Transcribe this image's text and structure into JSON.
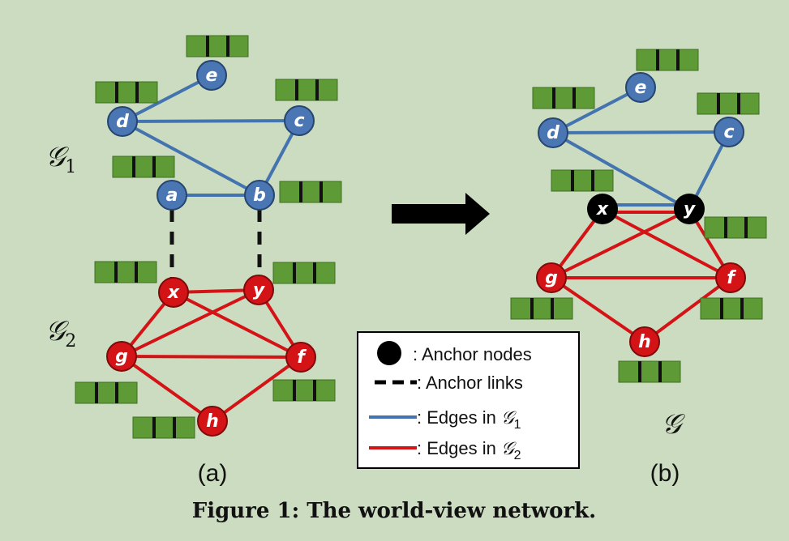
{
  "colors": {
    "background": "#ccdcc0",
    "g1_node": "#4a76b4",
    "g2_node": "#d41316",
    "anchor_node": "#000000",
    "g1_edge": "#4474b0",
    "g2_edge": "#d41316",
    "feature_block": "#5e9a36"
  },
  "panel_a": {
    "label": "(a)",
    "g1_label": "𝒢",
    "g1_sub": "1",
    "g2_label": "𝒢",
    "g2_sub": "2",
    "nodes": {
      "e": "e",
      "d": "d",
      "c": "c",
      "a": "a",
      "b": "b",
      "x": "x",
      "y": "y",
      "g": "g",
      "f": "f",
      "h": "h"
    }
  },
  "panel_b": {
    "label": "(b)",
    "graph_label": "𝒢",
    "nodes": {
      "e": "e",
      "d": "d",
      "c": "c",
      "x": "x",
      "y": "y",
      "g": "g",
      "f": "f",
      "h": "h"
    }
  },
  "legend": {
    "anchor_nodes": ": Anchor nodes",
    "anchor_links": ": Anchor links",
    "edges_g1_prefix": ": Edges in ",
    "edges_g1_sym": "𝒢",
    "edges_g1_sub": "1",
    "edges_g2_prefix": ": Edges in ",
    "edges_g2_sym": "𝒢",
    "edges_g2_sub": "2"
  },
  "caption": "Figure 1: The world-view network."
}
